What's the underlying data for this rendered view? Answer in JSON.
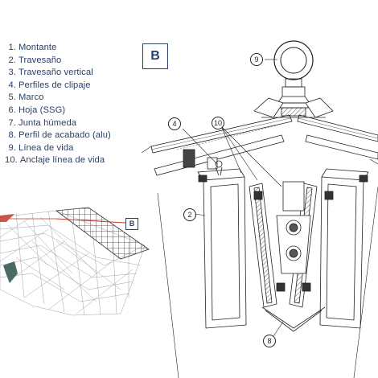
{
  "legend": [
    {
      "num": "1.",
      "label": "Montante"
    },
    {
      "num": "2.",
      "label": "Travesaño"
    },
    {
      "num": "3.",
      "label": "Travesaño vertical"
    },
    {
      "num": "4.",
      "label": "Perfiles de clipaje"
    },
    {
      "num": "5.",
      "label": "Marco"
    },
    {
      "num": "6.",
      "label": "Hoja (SSG)"
    },
    {
      "num": "7.",
      "label": "Junta húmeda"
    },
    {
      "num": "8.",
      "label": "Perfil de acabado (alu)"
    },
    {
      "num": "9.",
      "label": "Línea de vida"
    },
    {
      "num": "10.",
      "label": "Anclaje línea de vida"
    }
  ],
  "detail_badge": "B",
  "overview_badge": "B",
  "callouts": {
    "c9": "9",
    "c4": "4",
    "c10": "10",
    "c2": "2",
    "c8": "8"
  },
  "colors": {
    "legend_text": "#2b3f66",
    "section_line": "#222222",
    "highlight_red": "#c0392b",
    "accent_green": "#4a6a66"
  }
}
